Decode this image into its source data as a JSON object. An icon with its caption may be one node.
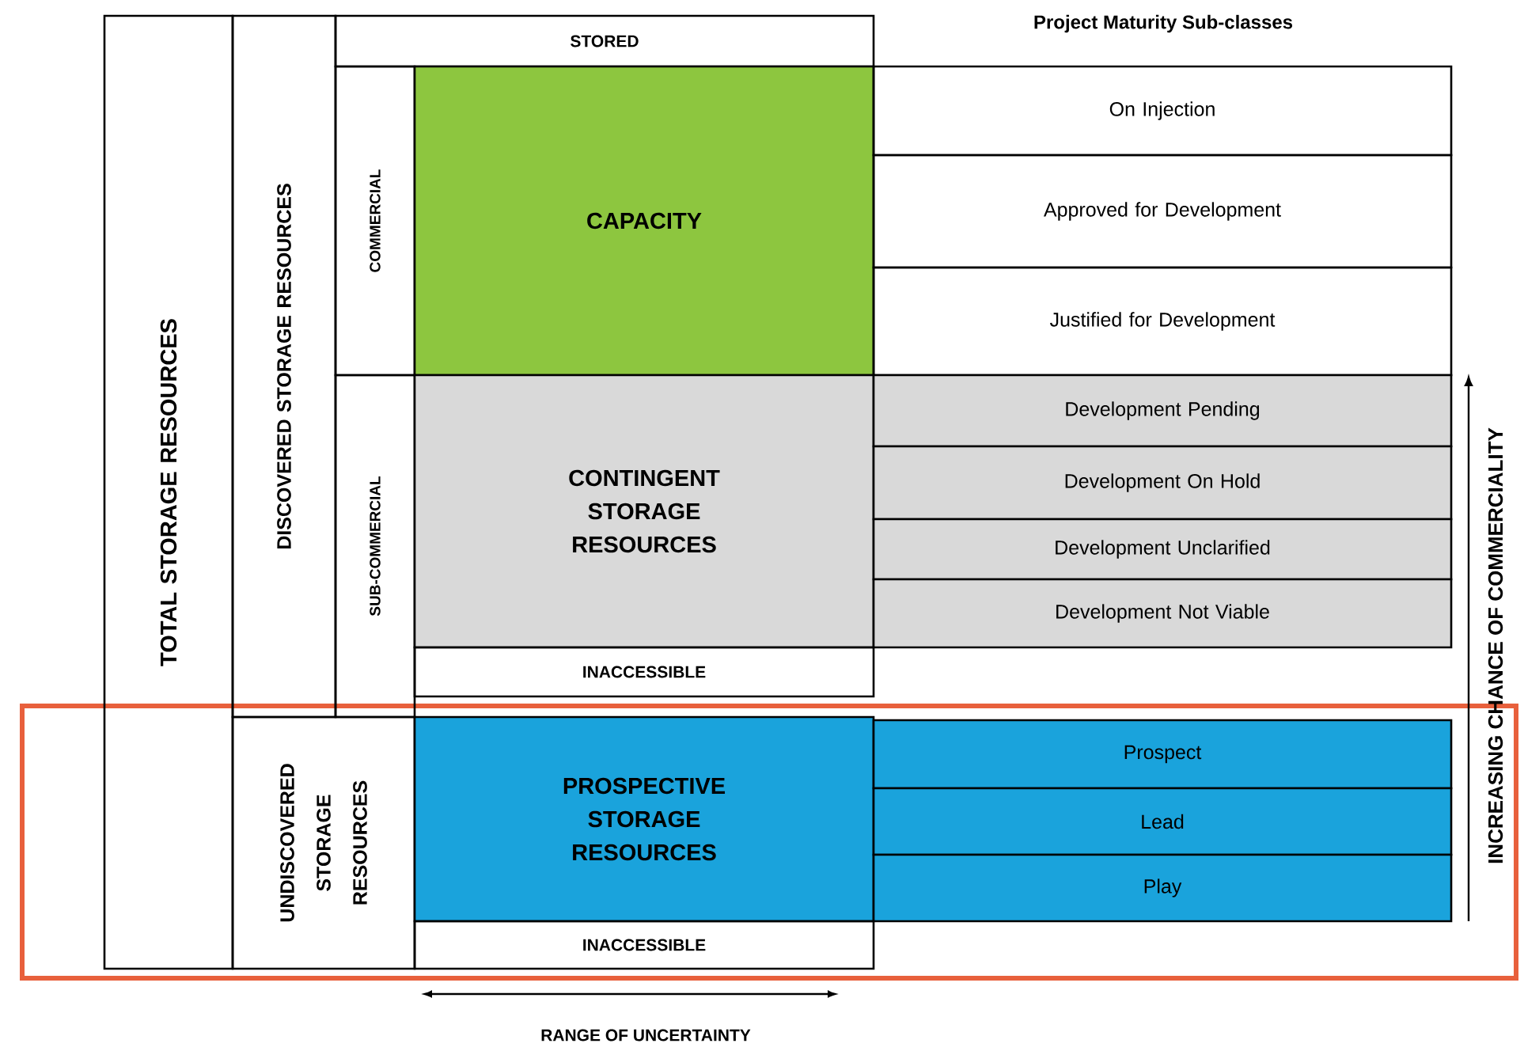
{
  "diagram": {
    "nodes": [
      {
        "text": [
          "TOTAL STORAGE RESOURCES"
        ]
      },
      {
        "text": [
          "DISCOVERED STORAGE RESOURCES"
        ]
      },
      {
        "text": [
          "STORED"
        ]
      },
      {
        "text": [
          "COMMERCIAL"
        ]
      },
      {
        "text": [
          "CAPACITY"
        ]
      },
      {
        "text": [
          "On Injection"
        ]
      },
      {
        "text": [
          "Approved for Development"
        ]
      },
      {
        "text": [
          "Justified for Development"
        ]
      },
      {
        "text": [
          "SUB-COMMERCIAL"
        ]
      },
      {
        "text": [
          "CONTINGENT STORAGE RESOURCES"
        ]
      },
      {
        "text": [
          "Development Pending"
        ]
      },
      {
        "text": [
          "Development On Hold"
        ]
      },
      {
        "text": [
          "Development Unclarified"
        ]
      },
      {
        "text": [
          "Development Not Viable"
        ]
      },
      {
        "text": [
          "INACCESSIBLE"
        ]
      },
      {
        "text": [
          "UNDISCOVERED STORAGE RESOURCES"
        ]
      },
      {
        "text": [
          "PROSPECTIVE STORAGE RESOURCES"
        ]
      },
      {
        "text": [
          "Prospect"
        ]
      },
      {
        "text": [
          "Lead"
        ]
      },
      {
        "text": [
          "Play"
        ]
      },
      {
        "text": [
          "INACCESSIBLE"
        ]
      }
    ],
    "labels": [
      "Project Maturity Sub-classes",
      "INCREASING CHANCE OF COMMERCIALITY",
      "RANGE OF UNCERTAINTY"
    ]
  }
}
